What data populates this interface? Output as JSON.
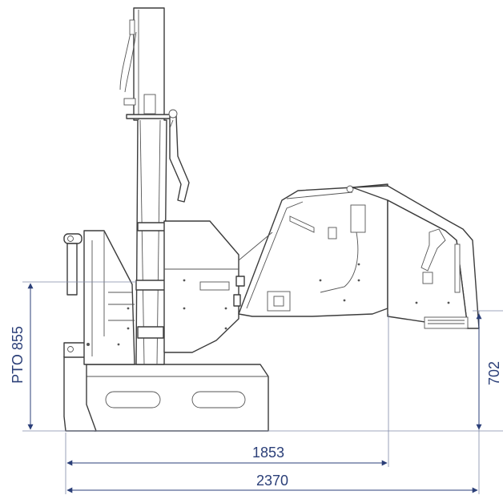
{
  "drawing": {
    "dimensions": {
      "length_inner": "1853",
      "length_overall": "2370",
      "pto_height": "PTO 855",
      "hopper_height": "702"
    }
  }
}
